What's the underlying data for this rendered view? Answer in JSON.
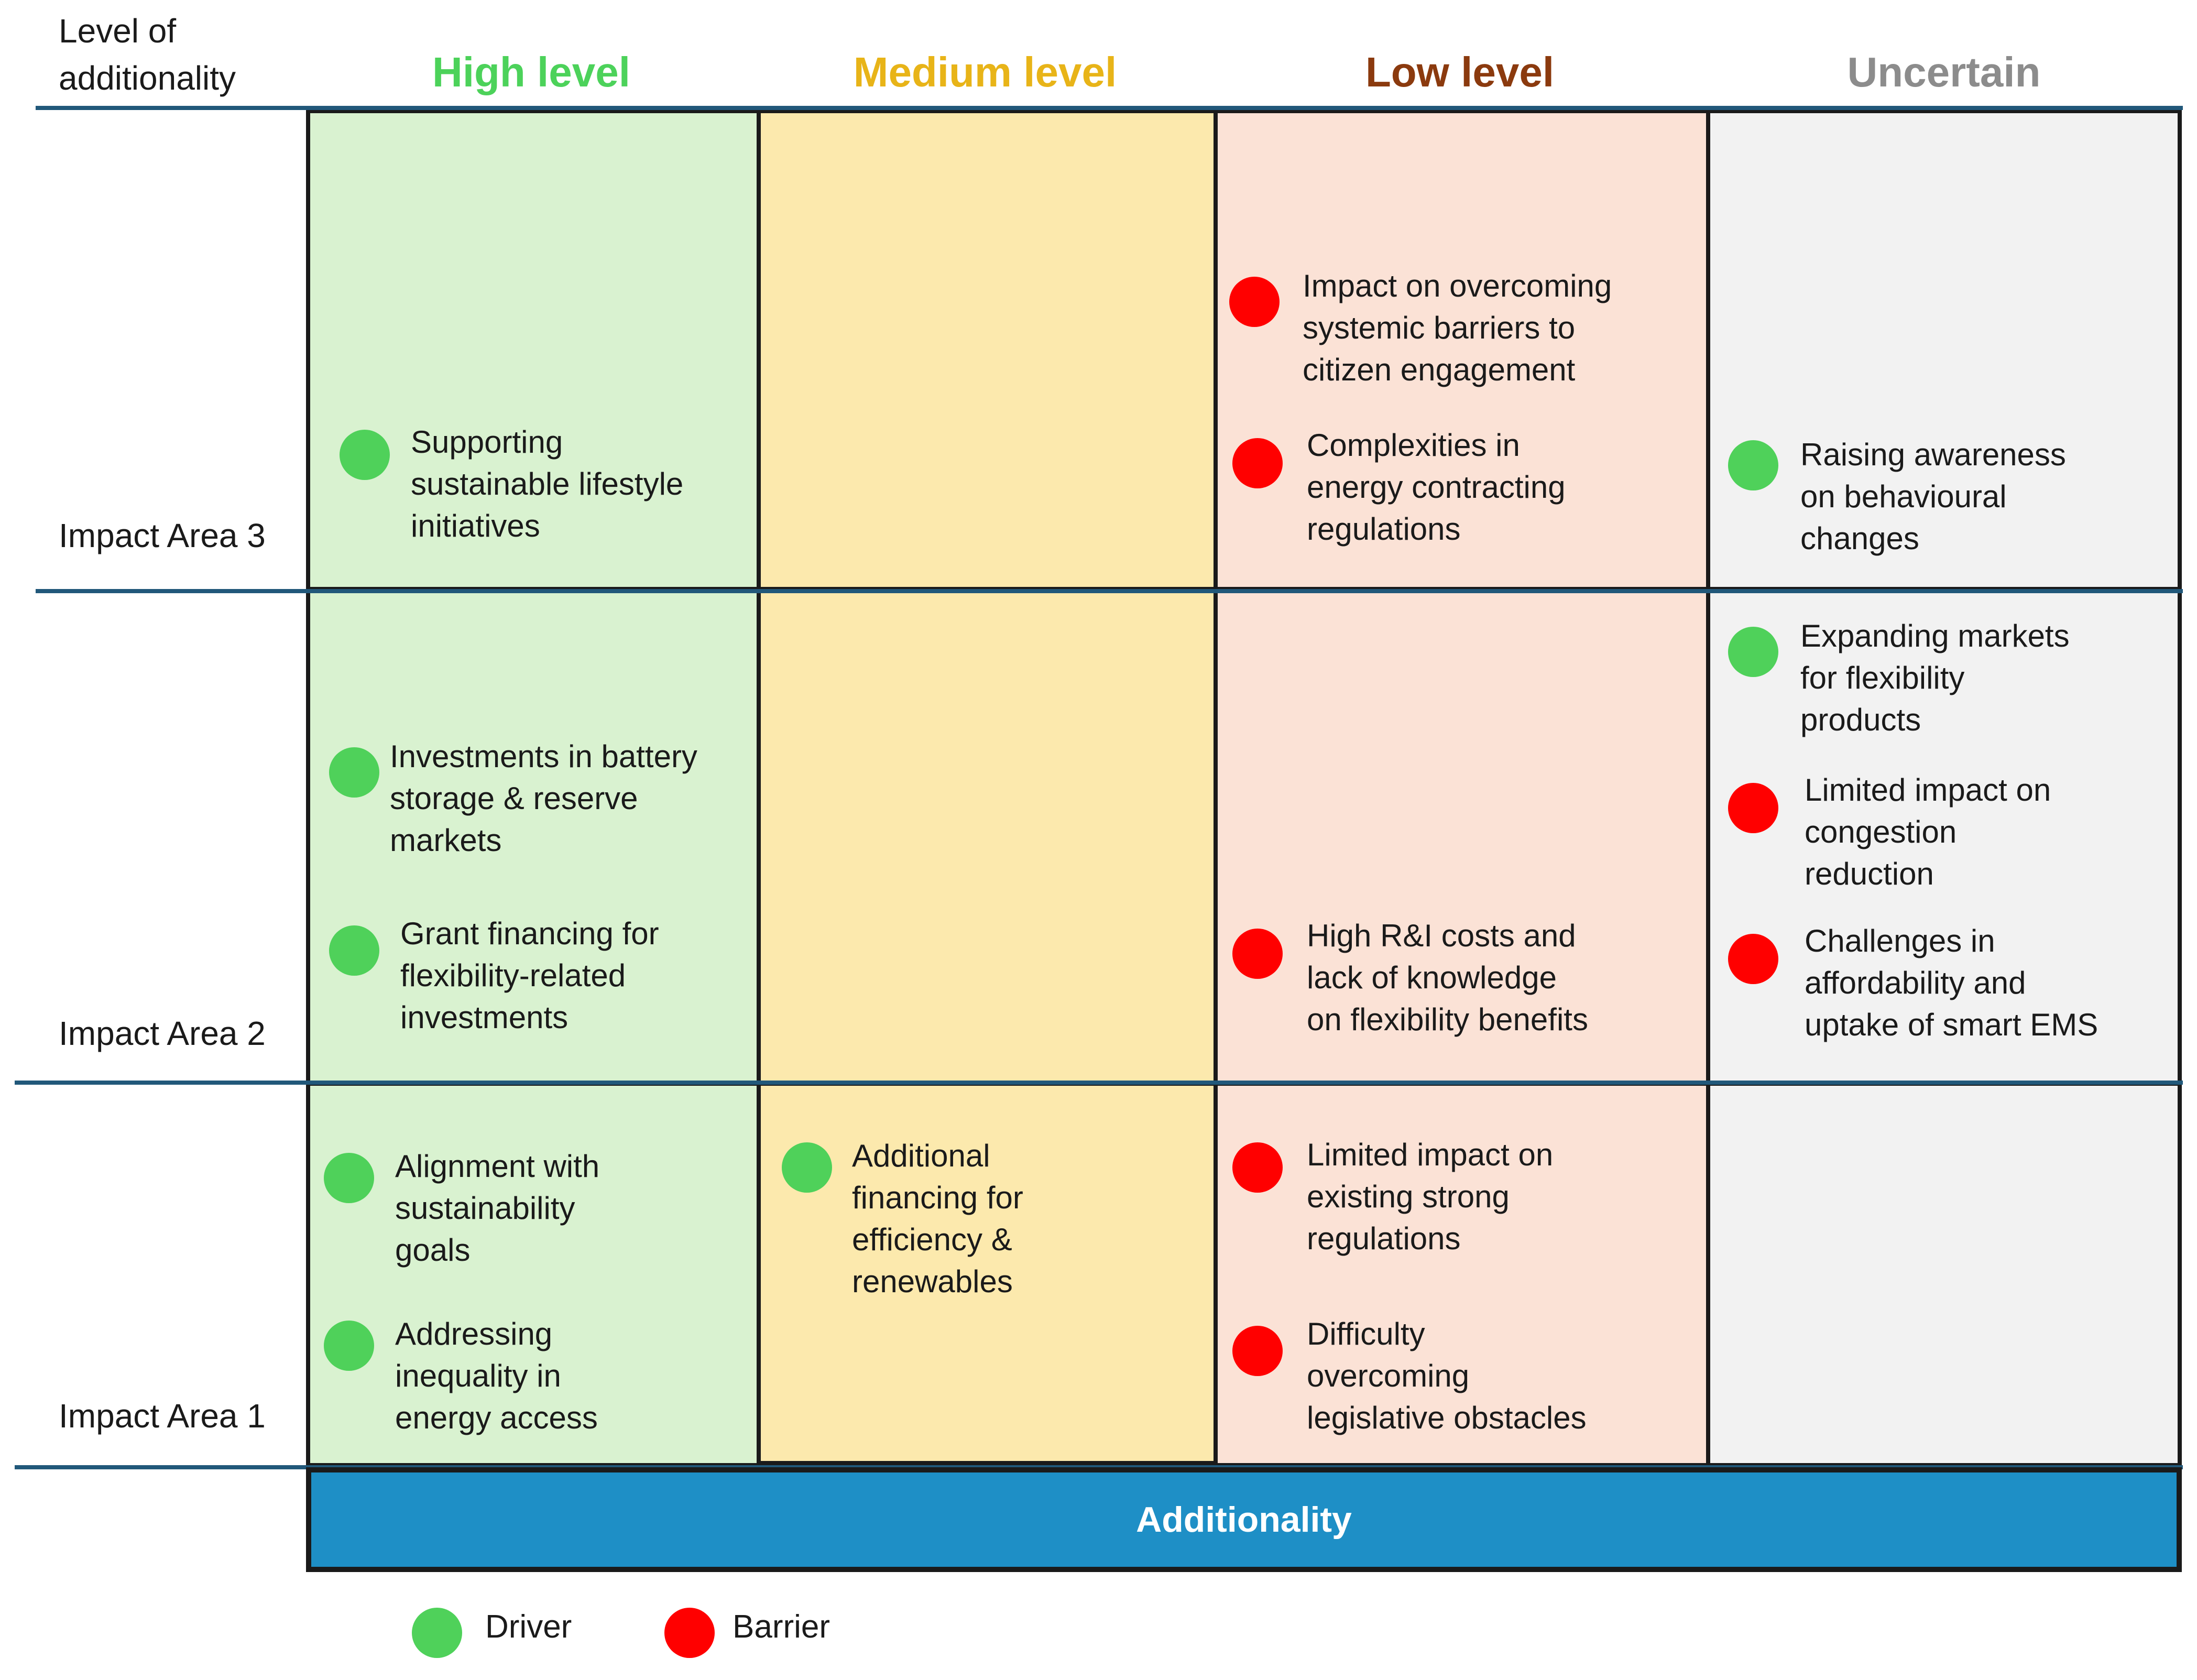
{
  "corner_label": "Level of\nadditionality",
  "columns": [
    {
      "label": "High level",
      "color": "#4cd25a"
    },
    {
      "label": "Medium level",
      "color": "#e8b418"
    },
    {
      "label": "Low level",
      "color": "#8b3a0e"
    },
    {
      "label": "Uncertain",
      "color": "#8c8c8c"
    }
  ],
  "rows": [
    {
      "label": "Impact Area 3"
    },
    {
      "label": "Impact Area 2"
    },
    {
      "label": "Impact Area 1"
    }
  ],
  "items": {
    "ia3_high_1": {
      "type": "driver",
      "text": "Supporting\nsustainable lifestyle\ninitiatives"
    },
    "ia3_low_1": {
      "type": "barrier",
      "text": "Impact on overcoming\nsystemic barriers to\ncitizen engagement"
    },
    "ia3_low_2": {
      "type": "barrier",
      "text": "Complexities in\nenergy contracting\nregulations"
    },
    "ia3_unc_1": {
      "type": "driver",
      "text": "Raising awareness\non behavioural\nchanges"
    },
    "ia2_high_1": {
      "type": "driver",
      "text": "Investments in battery\nstorage & reserve\nmarkets"
    },
    "ia2_high_2": {
      "type": "driver",
      "text": "Grant financing for\nflexibility-related\ninvestments"
    },
    "ia2_low_1": {
      "type": "barrier",
      "text": "High R&I costs and\nlack of knowledge\non flexibility benefits"
    },
    "ia2_unc_1": {
      "type": "driver",
      "text": "Expanding markets\nfor flexibility\nproducts"
    },
    "ia2_unc_2": {
      "type": "barrier",
      "text": "Limited impact on\ncongestion\nreduction"
    },
    "ia2_unc_3": {
      "type": "barrier",
      "text": "Challenges in\naffordability and\nuptake of smart EMS"
    },
    "ia1_high_1": {
      "type": "driver",
      "text": "Alignment with\nsustainability\ngoals"
    },
    "ia1_high_2": {
      "type": "driver",
      "text": "Addressing\ninequality in\nenergy access"
    },
    "ia1_med_1": {
      "type": "driver",
      "text": "Additional\nfinancing for\nefficiency &\nrenewables"
    },
    "ia1_low_1": {
      "type": "barrier",
      "text": "Limited impact on\nexisting strong\nregulations"
    },
    "ia1_low_2": {
      "type": "barrier",
      "text": "Difficulty\novercoming\nlegislative obstacles"
    }
  },
  "footer_bar": "Additionality",
  "legend": [
    {
      "label": "Driver",
      "type": "driver"
    },
    {
      "label": "Barrier",
      "type": "barrier"
    }
  ]
}
